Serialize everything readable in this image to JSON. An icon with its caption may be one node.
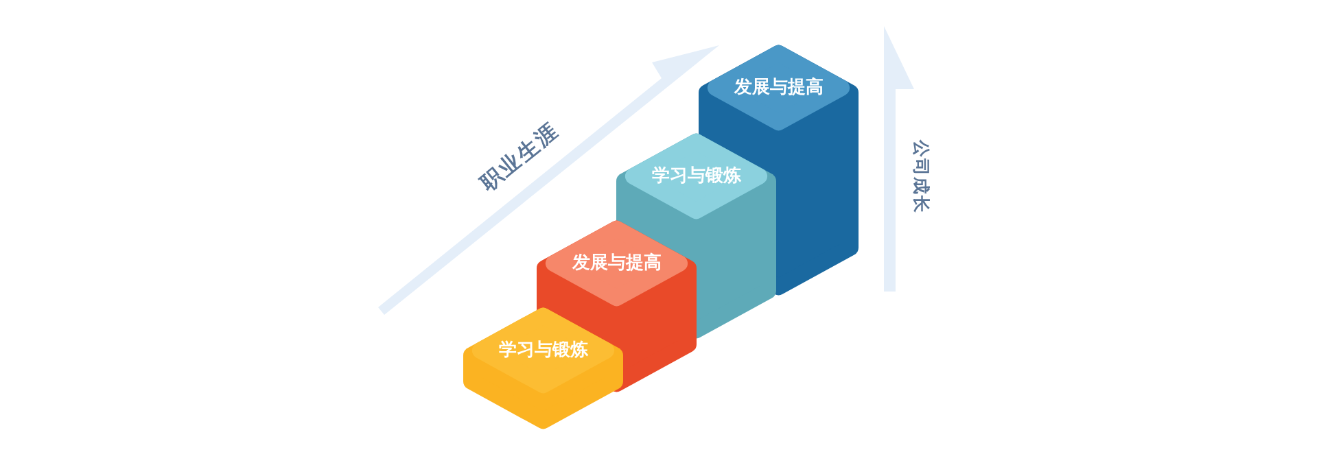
{
  "diagram": {
    "nodes": [
      {
        "text": [
          "学习与锻炼"
        ]
      },
      {
        "text": [
          "发展与提高"
        ]
      },
      {
        "text": [
          "学习与锻炼"
        ]
      },
      {
        "text": [
          "发展与提高"
        ]
      }
    ],
    "labels": [
      "职业生涯",
      "公司成长"
    ]
  }
}
